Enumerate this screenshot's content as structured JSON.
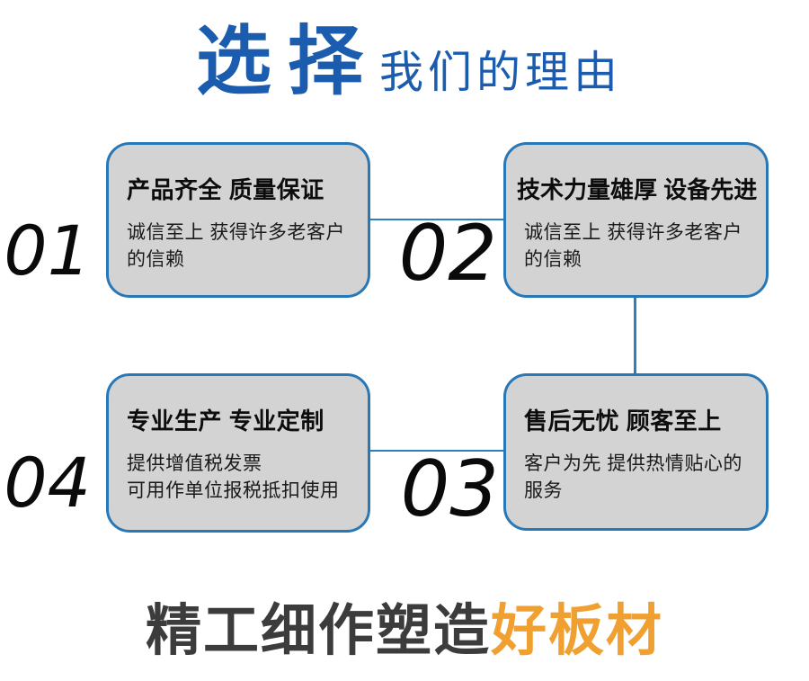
{
  "header": {
    "title_accent": "选择",
    "title_rest": "我们的理由"
  },
  "boxes": [
    {
      "number": "01",
      "title": "产品齐全 质量保证",
      "desc_lines": [
        "诚信至上 获得许多老客户",
        "的信赖"
      ]
    },
    {
      "number": "02",
      "title": "技术力量雄厚 设备先进",
      "desc_lines": [
        "诚信至上 获得许多老客户",
        "的信赖"
      ]
    },
    {
      "number": "03",
      "title": "售后无忧 顾客至上",
      "desc_lines": [
        "客户为先 提供热情贴心的",
        "服务"
      ]
    },
    {
      "number": "04",
      "title": "专业生产 专业定制",
      "desc_lines": [
        "提供增值税发票",
        "可用作单位报税抵扣使用"
      ]
    }
  ],
  "footer": {
    "text_main": "精工细作塑造",
    "text_accent": "好板材"
  },
  "colors": {
    "background": "#ffffff",
    "title_blue": "#1b5cae",
    "card_border": "#2878b8",
    "card_fill": "#d3d3d3",
    "connector": "#2e7fc1",
    "number_color": "#0a0a0a",
    "footer_gray": "#3c3c3c",
    "footer_orange": "#f0a030"
  }
}
